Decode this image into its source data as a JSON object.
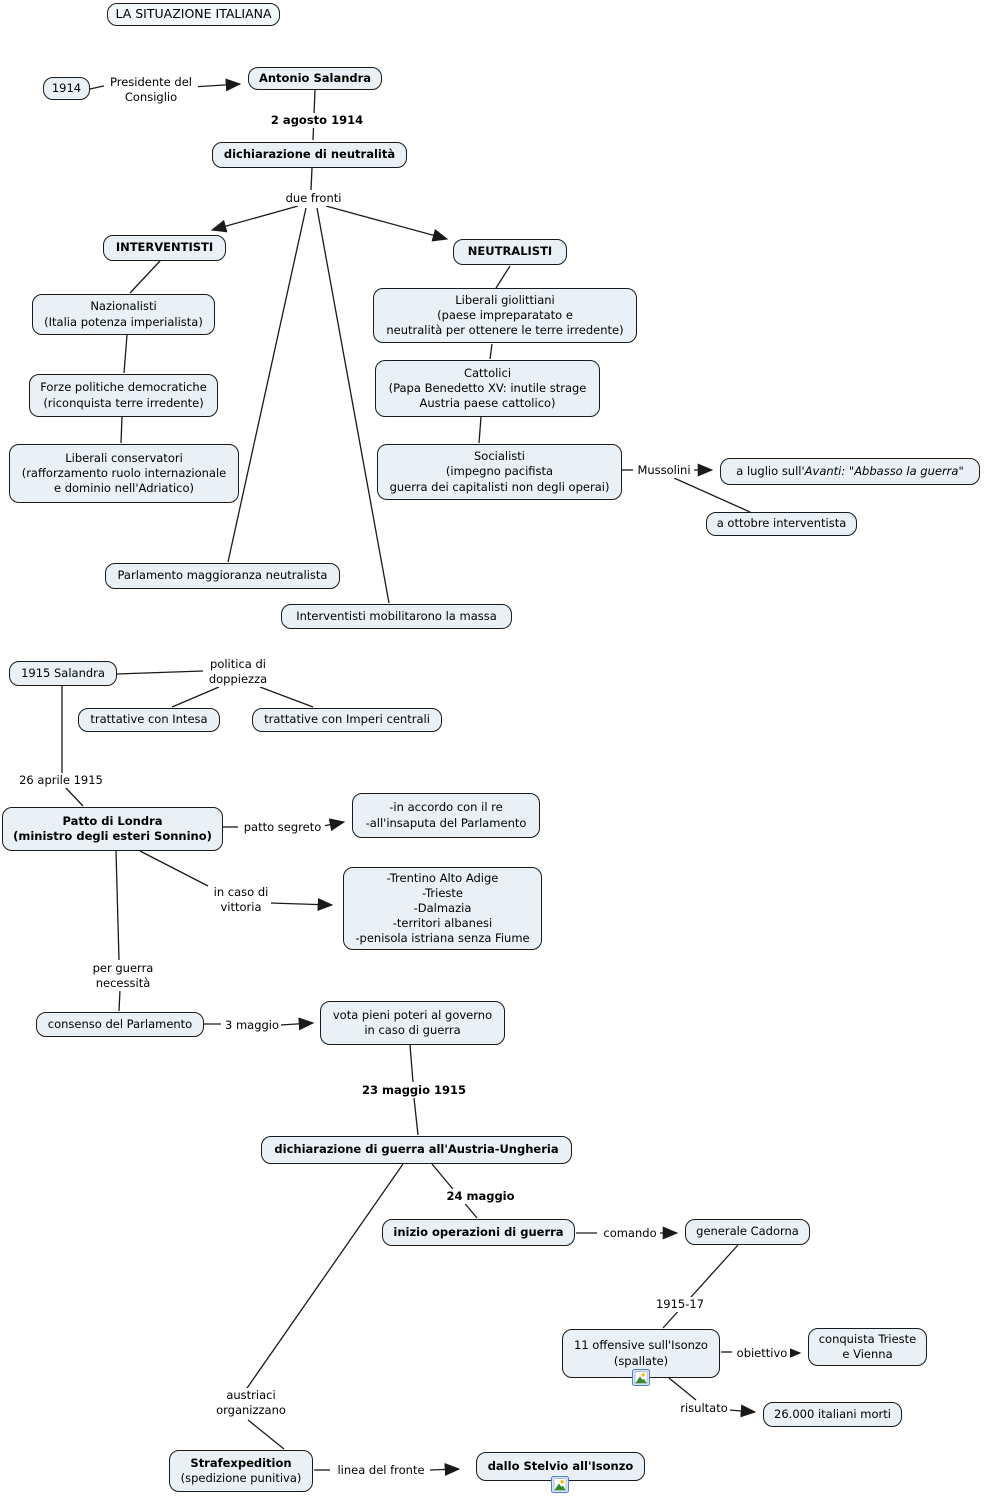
{
  "title": "LA SITUAZIONE ITALIANA",
  "nodes": {
    "year_1914": {
      "lines": [
        "1914"
      ]
    },
    "antonio_salandra": {
      "lines": [
        "Antonio Salandra"
      ]
    },
    "dichiarazione_neutralita": {
      "lines": [
        "dichiarazione di neutralità"
      ]
    },
    "interventisti": {
      "lines": [
        "INTERVENTISTI"
      ]
    },
    "neutralisti": {
      "lines": [
        "NEUTRALISTI"
      ]
    },
    "nazionalisti": {
      "lines": [
        "Nazionalisti",
        "(Italia potenza imperialista)"
      ]
    },
    "forze_politiche": {
      "lines": [
        "Forze politiche democratiche",
        "(riconquista terre irredente)"
      ]
    },
    "liberali_conservatori": {
      "lines": [
        "Liberali conservatori",
        "(rafforzamento ruolo internazionale",
        "e dominio nell'Adriatico)"
      ]
    },
    "liberali_giolittiani": {
      "lines": [
        "Liberali giolittiani",
        "(paese impreparatato e",
        "neutralità per ottenere le terre irredente)"
      ]
    },
    "cattolici": {
      "lines": [
        "Cattolici",
        "(Papa Benedetto XV: inutile strage",
        "Austria paese cattolico)"
      ]
    },
    "socialisti": {
      "lines": [
        "Socialisti",
        "(impegno pacifista",
        "guerra dei capitalisti non degli operai)"
      ]
    },
    "a_luglio": {
      "prefix": "a luglio sull'",
      "italic": "Avanti: \"Abbasso la guerra\""
    },
    "a_ottobre": {
      "lines": [
        "a ottobre interventista"
      ]
    },
    "parlamento": {
      "lines": [
        "Parlamento maggioranza neutralista"
      ]
    },
    "interventisti_massa": {
      "lines": [
        "Interventisti mobilitarono la massa"
      ]
    },
    "salandra_1915": {
      "lines": [
        "1915 Salandra"
      ]
    },
    "trattative_intesa": {
      "lines": [
        "trattative con Intesa"
      ]
    },
    "trattative_imperi": {
      "lines": [
        "trattative con Imperi centrali"
      ]
    },
    "patto_di_londra": {
      "lines": [
        "Patto di Londra",
        "(ministro degli esteri Sonnino)"
      ]
    },
    "in_accordo": {
      "lines": [
        "-in accordo con il re",
        "-all'insaputa del Parlamento"
      ]
    },
    "territori": {
      "lines": [
        "-Trentino Alto Adige",
        "-Trieste",
        "-Dalmazia",
        "-territori albanesi",
        "-penisola istriana senza Fiume"
      ]
    },
    "consenso": {
      "lines": [
        "consenso del Parlamento"
      ]
    },
    "vota_pieni_poteri": {
      "lines": [
        "vota pieni poteri al governo",
        "in caso di guerra"
      ]
    },
    "dichiarazione_guerra": {
      "lines": [
        "dichiarazione di guerra all'Austria-Ungheria"
      ]
    },
    "inizio_operazioni": {
      "lines": [
        "inizio operazioni di guerra"
      ]
    },
    "generale_cadorna": {
      "lines": [
        "generale Cadorna"
      ]
    },
    "offensive_isonzo": {
      "lines": [
        "11 offensive sull'Isonzo",
        "(spallate)"
      ]
    },
    "conquista": {
      "lines": [
        "conquista Trieste",
        "e Vienna"
      ]
    },
    "italiani_morti": {
      "lines": [
        "26.000 italiani morti"
      ]
    },
    "strafexpedition": {
      "lines": [
        "Strafexpedition",
        "(spedizione punitiva)"
      ]
    },
    "stelvio_isonzo": {
      "lines": [
        "dallo Stelvio all'Isonzo"
      ]
    }
  },
  "labels": {
    "presidente": {
      "lines": [
        "Presidente del",
        "Consiglio"
      ]
    },
    "agosto_2_1914": {
      "lines": [
        "2 agosto 1914"
      ]
    },
    "due_fronti": {
      "lines": [
        "due fronti"
      ]
    },
    "mussolini": {
      "lines": [
        "Mussolini"
      ]
    },
    "politica_doppiezza": {
      "lines": [
        "politica di",
        "doppiezza"
      ]
    },
    "aprile_26_1915": {
      "lines": [
        "26 aprile 1915"
      ]
    },
    "patto_segreto": {
      "lines": [
        "patto segreto"
      ]
    },
    "in_caso_vittoria": {
      "lines": [
        "in caso di",
        "vittoria"
      ]
    },
    "per_guerra": {
      "lines": [
        "per guerra",
        "necessità"
      ]
    },
    "maggio_3": {
      "lines": [
        "3 maggio"
      ]
    },
    "maggio_23_1915": {
      "lines": [
        "23 maggio 1915"
      ]
    },
    "maggio_24": {
      "lines": [
        "24 maggio"
      ]
    },
    "comando": {
      "lines": [
        "comando"
      ]
    },
    "anni_1915_17": {
      "lines": [
        "1915-17"
      ]
    },
    "obiettivo": {
      "lines": [
        "obiettivo"
      ]
    },
    "risultato": {
      "lines": [
        "risultato"
      ]
    },
    "austriaci": {
      "lines": [
        "austriaci",
        "organizzano"
      ]
    },
    "linea_fronte": {
      "lines": [
        "linea del fronte"
      ]
    }
  },
  "icons": {
    "image_attachment": "picture-icon"
  },
  "colors": {
    "node_fill": "#e9f1f6",
    "node_border": "#1a1a1a",
    "line": "#1a1a1a",
    "icon_frame": "#4a7fd4"
  }
}
